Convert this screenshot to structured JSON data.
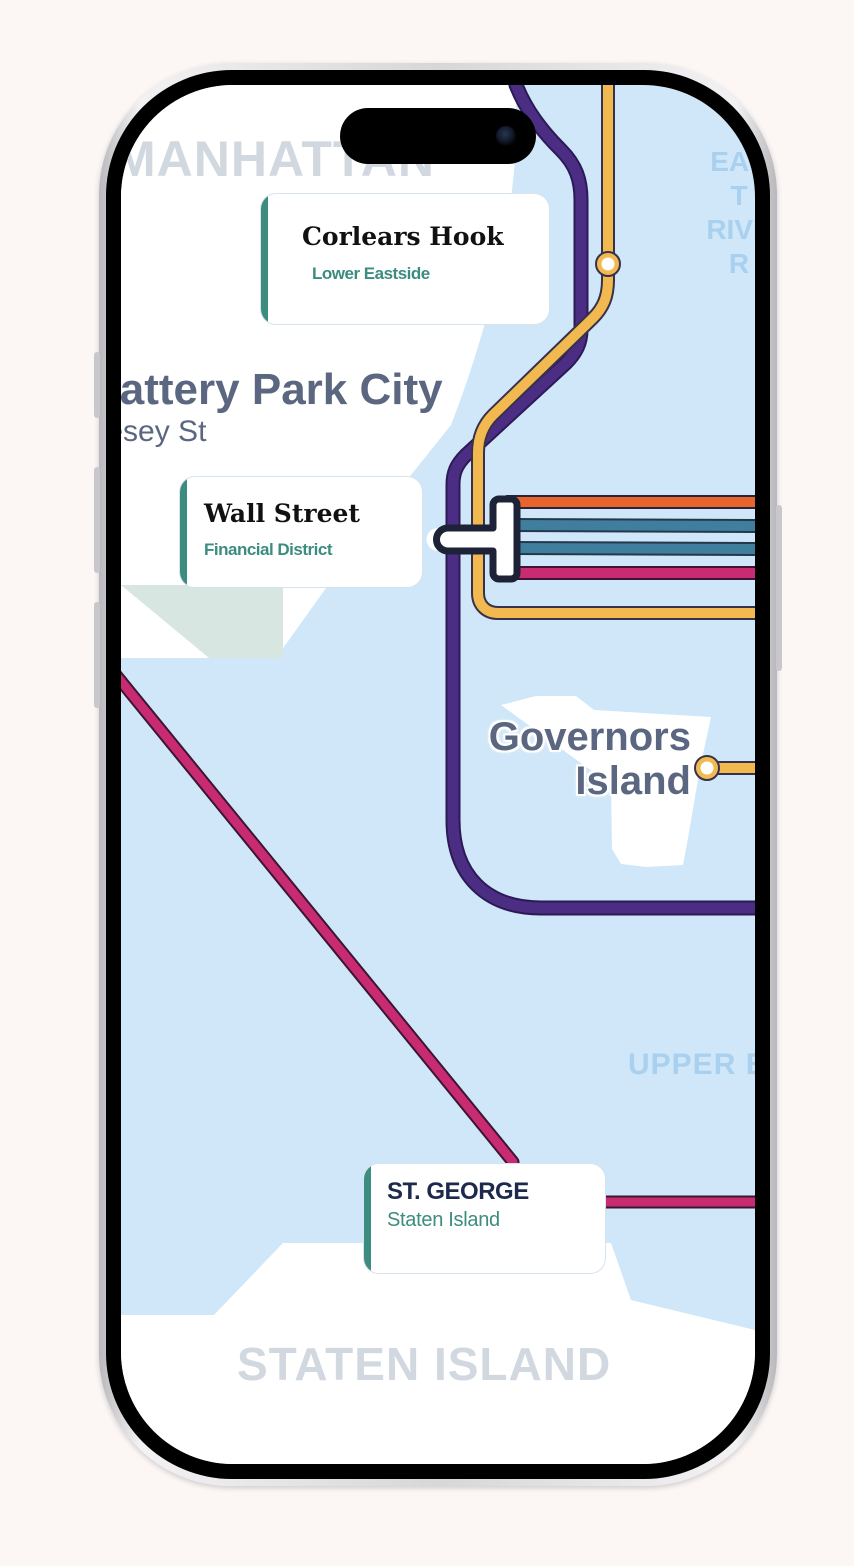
{
  "map": {
    "areas": {
      "manhattan": "MANHATTAN",
      "battery_park_city": "Battery Park City",
      "vesey_st": "Vesey St",
      "east_river": "EAST RIVER",
      "governors_island": [
        "Governors",
        "Island"
      ],
      "upper_bay": "UPPER BAY",
      "staten_island": "STATEN ISLAND"
    },
    "stops": [
      {
        "name": "Corlears Hook",
        "area": "Lower Eastside"
      },
      {
        "name": "Wall Street",
        "area": "Financial District"
      },
      {
        "name": "ST. GEORGE",
        "area": "Staten Island"
      }
    ],
    "colors": {
      "water": "#cfe7f8",
      "land": "#ffffff",
      "park": "#d7e6e1",
      "route_purple": "#4b2e83",
      "route_yellow": "#f2b950",
      "route_orange": "#e8642c",
      "route_teal": "#3f7f9d",
      "route_magenta": "#c92b72",
      "accent_green": "#3c8c80",
      "label_slate": "#5b6680"
    }
  }
}
